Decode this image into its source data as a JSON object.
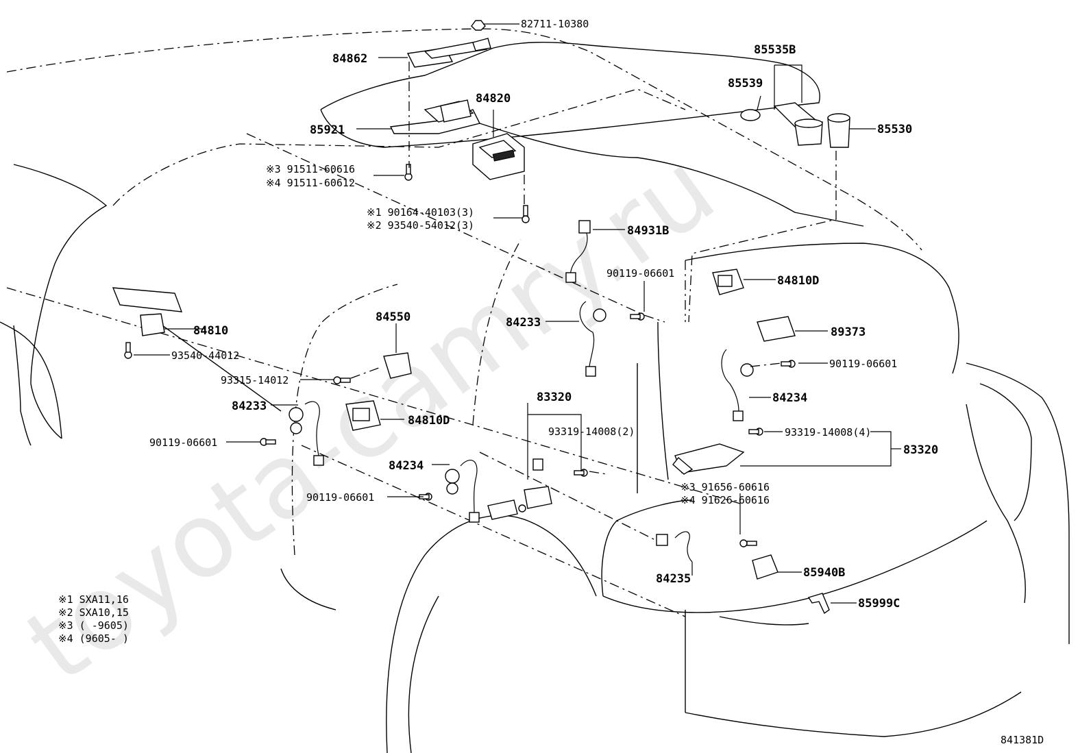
{
  "watermark": "toyota-camry.ru",
  "diagram_code": "841381D",
  "labels": {
    "p82711": "82711-10380",
    "p84862": "84862",
    "p84820": "84820",
    "p85921": "85921",
    "p91511a": "※3 91511-60616",
    "p91511b": "※4 91511-60612",
    "p90164": "※1 90164-40103(3)",
    "p93540_54012": "※2 93540-54012(3)",
    "p85535b": "85535B",
    "p85539": "85539",
    "p85530": "85530",
    "p84931b": "84931B",
    "p90119_a": "90119-06601",
    "p84810d_r": "84810D",
    "p84233_c": "84233",
    "p89373": "89373",
    "p90119_b": "90119-06601",
    "p84234_r": "84234",
    "p93319_r": "93319-14008(4)",
    "p83320_r": "83320",
    "p84810": "84810",
    "p93540_44012": "93540-44012",
    "p84550": "84550",
    "p93315": "93315-14012",
    "p84233_l": "84233",
    "p84810d_l": "84810D",
    "p90119_c": "90119-06601",
    "p83320_c": "83320",
    "p93319_c": "93319-14008(2)",
    "p84234_c": "84234",
    "p90119_d": "90119-06601",
    "p91656": "※3 91656-60616",
    "p91626": "※4 91626-60616",
    "p84235": "84235",
    "p85940b": "85940B",
    "p85999c": "85999C"
  },
  "notes": [
    "※1 SXA11,16",
    "※2 SXA10,15",
    "※3 (      -9605)",
    "※4 (9605-      )"
  ]
}
